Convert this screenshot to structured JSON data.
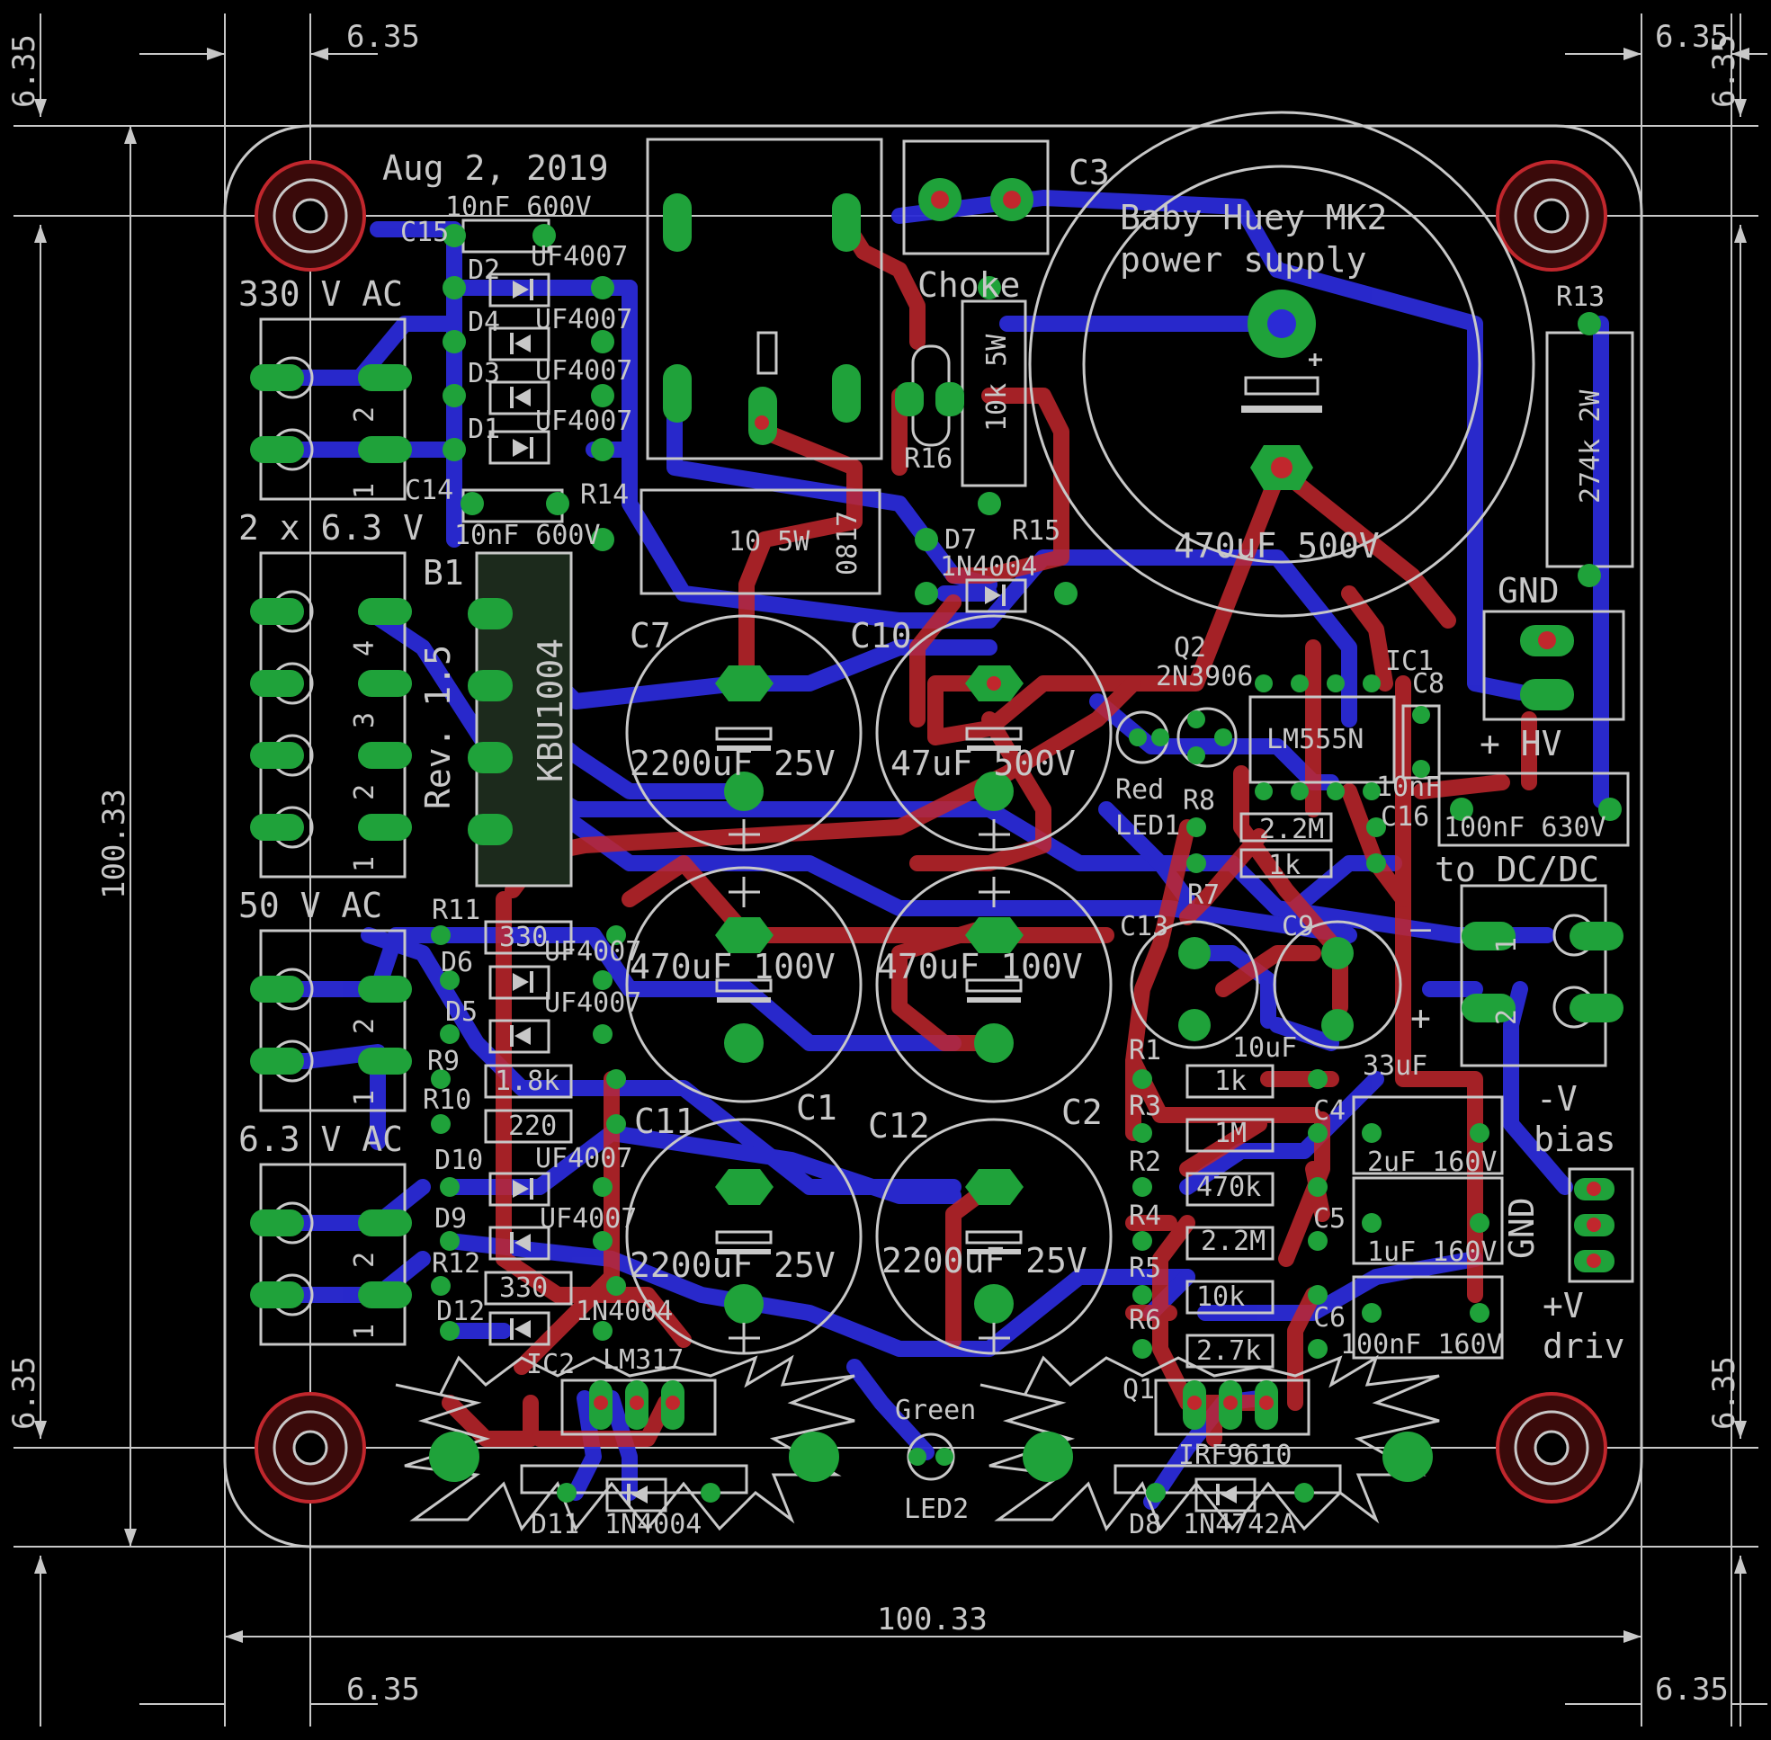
{
  "colors": {
    "background": "#000000",
    "top_copper": "#c1272d",
    "bottom_copper": "#2b2bd6",
    "pad": "#1fa23a",
    "silkscreen": "#c8c8c8",
    "outline": "#c8c8c8"
  },
  "board": {
    "date": "Aug 2, 2019",
    "title_line1": "Baby Huey MK2",
    "title_line2": "power supply",
    "revision": "Rev. 1.5"
  },
  "dimensions": {
    "width_label": "100.33",
    "height_label": "100.33",
    "hole_offset": "6.35"
  },
  "connector_labels": {
    "ac330": "330 V AC",
    "ac2x63": "2 x 6.3 V",
    "ac50": "50 V AC",
    "ac63": "6.3 V AC",
    "gnd": "GND",
    "hv": "+ HV",
    "dcdc": "to DC/DC",
    "bias1": "-V",
    "bias2": "bias",
    "bias_gnd": "GND",
    "driv1": "+V",
    "driv2": "driv",
    "minus": "—",
    "plus": "+",
    "choke": "Choke"
  },
  "pins": [
    "1",
    "2",
    "3",
    "4"
  ],
  "components": {
    "C15": {
      "ref": "C15",
      "value": "10nF 600V"
    },
    "C14": {
      "ref": "C14",
      "value": "10nF 600V"
    },
    "D2": {
      "ref": "D2",
      "value": "UF4007"
    },
    "D4": {
      "ref": "D4",
      "value": "UF4007"
    },
    "D3": {
      "ref": "D3",
      "value": "UF4007"
    },
    "D1": {
      "ref": "D1",
      "value": "UF4007"
    },
    "R14": {
      "ref": "R14",
      "value": "10 5W",
      "extra": "0817"
    },
    "B1": {
      "ref": "B1",
      "value": "KBU1004"
    },
    "C3": {
      "ref": "C3",
      "value": "470uF 500V"
    },
    "R16": {
      "ref": "R16"
    },
    "R15": {
      "ref": "R15",
      "value": "10k 5W"
    },
    "R13": {
      "ref": "R13",
      "value": "274k 2W"
    },
    "D7": {
      "ref": "D7",
      "value": "1N4004"
    },
    "C7": {
      "ref": "C7",
      "value": "2200uF 25V"
    },
    "C10": {
      "ref": "C10",
      "value": "47uF 500V"
    },
    "Q2": {
      "ref": "Q2",
      "value": "2N3906"
    },
    "IC1": {
      "ref": "IC1",
      "value": "LM555N"
    },
    "C8": {
      "ref": "C8",
      "value": "10nF"
    },
    "C16": {
      "ref": "C16",
      "value": "100nF 630V"
    },
    "LED1": {
      "ref": "LED1",
      "value": "Red"
    },
    "R8": {
      "ref": "R8",
      "value": "2.2M"
    },
    "R7": {
      "ref": "R7",
      "value": "1k"
    },
    "R11": {
      "ref": "R11",
      "value": "330"
    },
    "D6": {
      "ref": "D6",
      "value": "UF4007"
    },
    "D5": {
      "ref": "D5",
      "value": "UF4007"
    },
    "C1": {
      "ref": "C1",
      "value": "470uF 100V"
    },
    "C2": {
      "ref": "C2",
      "value": "470uF 100V"
    },
    "C13": {
      "ref": "C13",
      "value": "10uF"
    },
    "C9": {
      "ref": "C9",
      "value": "33uF"
    },
    "R9": {
      "ref": "R9",
      "value": "1.8k"
    },
    "R10": {
      "ref": "R10",
      "value": "220"
    },
    "C11": {
      "ref": "C11",
      "value": "2200uF 25V"
    },
    "C12": {
      "ref": "C12",
      "value": "2200uF 25V"
    },
    "R1": {
      "ref": "R1",
      "value": "1k"
    },
    "R3": {
      "ref": "R3",
      "value": "1M"
    },
    "R2": {
      "ref": "R2",
      "value": "470k"
    },
    "R4": {
      "ref": "R4",
      "value": "2.2M"
    },
    "R5": {
      "ref": "R5",
      "value": "10k"
    },
    "R6": {
      "ref": "R6",
      "value": "2.7k"
    },
    "C4": {
      "ref": "C4",
      "value": "2uF 160V"
    },
    "C5": {
      "ref": "C5",
      "value": "1uF 160V"
    },
    "C6": {
      "ref": "C6",
      "value": "100nF 160V"
    },
    "D10": {
      "ref": "D10",
      "value": "UF4007"
    },
    "D9": {
      "ref": "D9",
      "value": "UF4007"
    },
    "R12": {
      "ref": "R12",
      "value": "330"
    },
    "D12": {
      "ref": "D12",
      "value": "1N4004"
    },
    "IC2": {
      "ref": "IC2",
      "value": "LM317"
    },
    "LED2": {
      "ref": "LED2",
      "value": "Green"
    },
    "Q1": {
      "ref": "Q1",
      "value": "IRF9610"
    },
    "D11": {
      "ref": "D11",
      "value": "1N4004"
    },
    "D8": {
      "ref": "D8",
      "value": "1N4742A"
    }
  }
}
